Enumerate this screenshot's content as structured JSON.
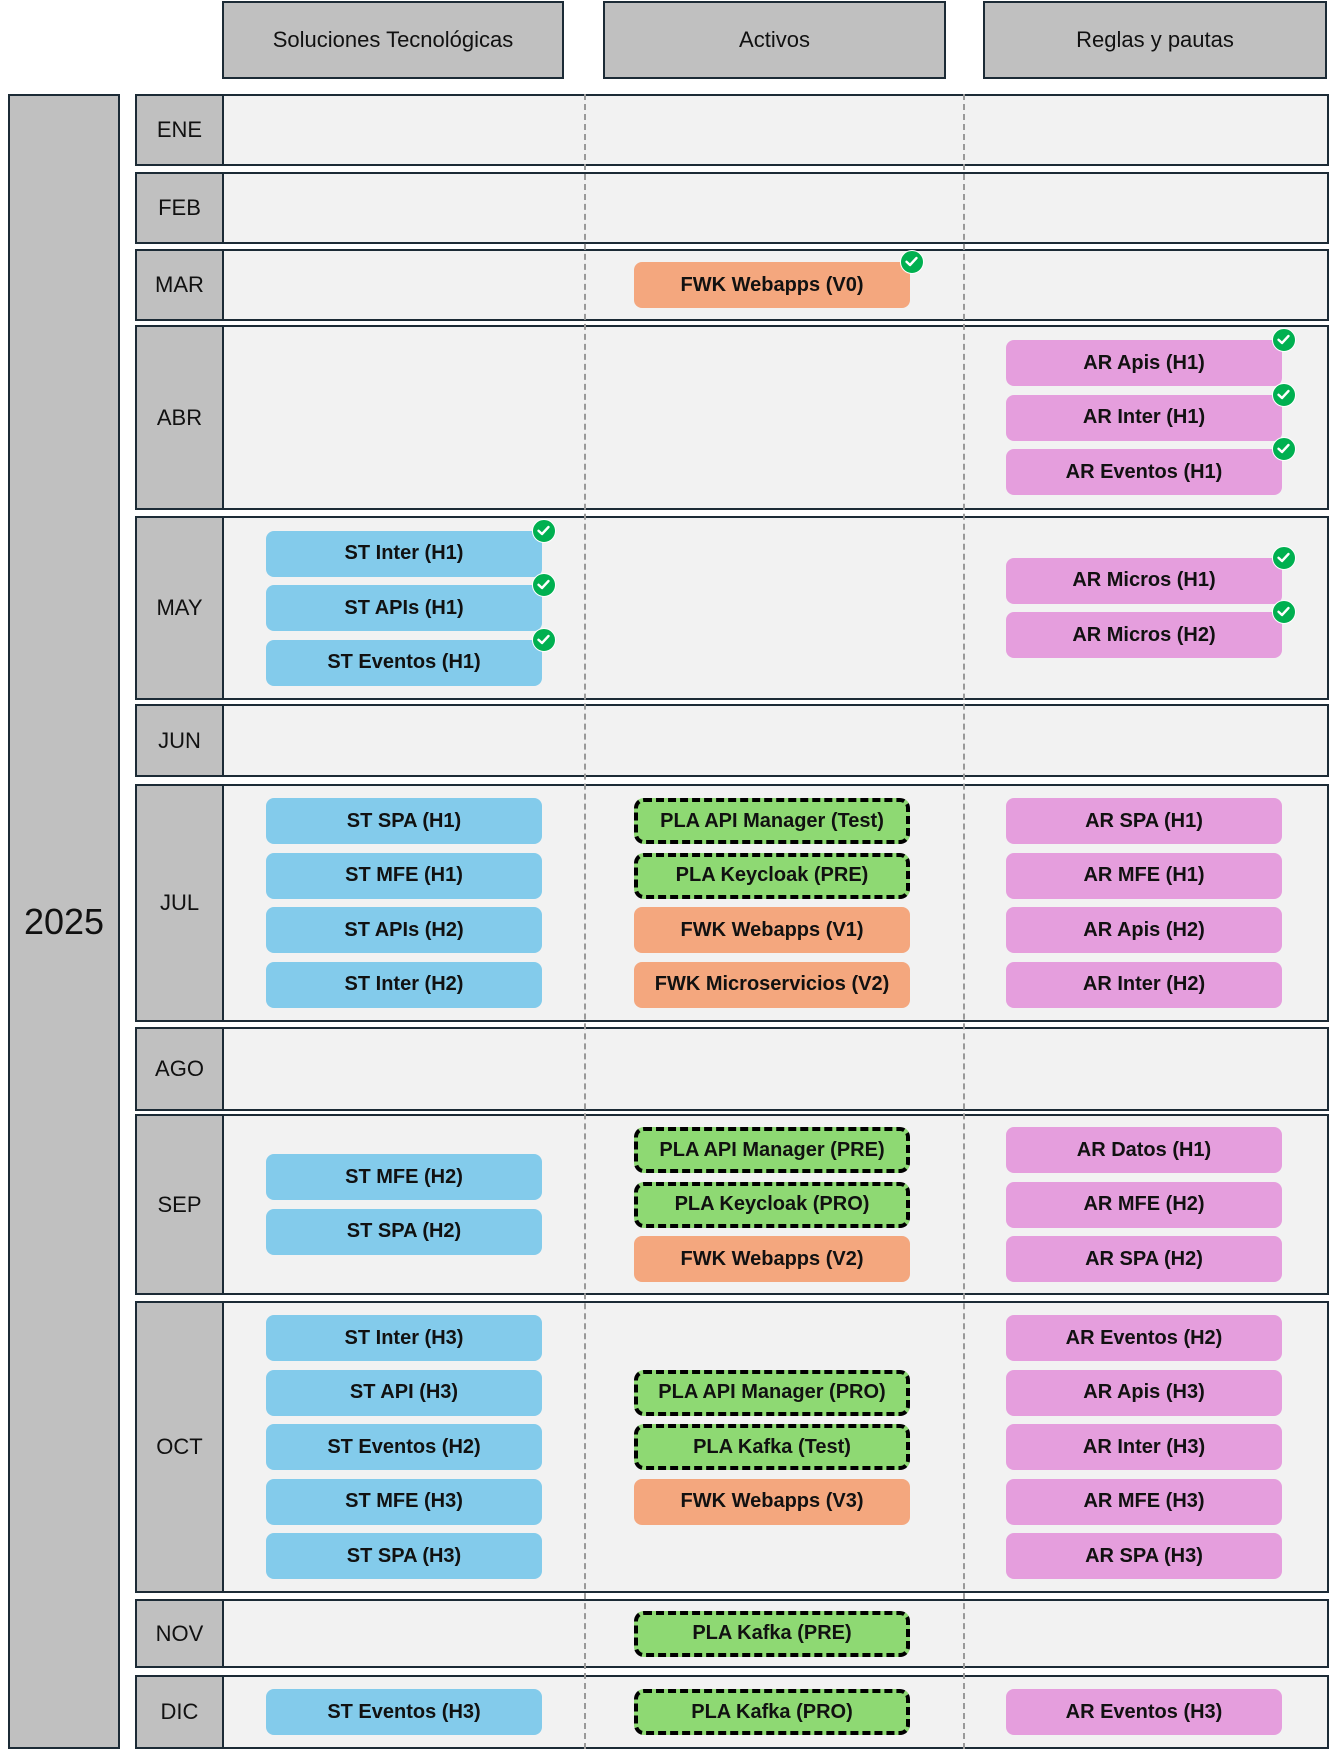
{
  "columns": [
    "Soluciones Tecnológicas",
    "Activos",
    "Reglas y pautas"
  ],
  "year": "2025",
  "months": [
    {
      "label": "ENE",
      "items": []
    },
    {
      "label": "FEB",
      "items": []
    },
    {
      "label": "MAR",
      "items": [
        {
          "col": 1,
          "kind": "fwk",
          "text": "FWK Webapps (V0)",
          "done": true
        }
      ]
    },
    {
      "label": "ABR",
      "items": [
        {
          "col": 2,
          "kind": "ar",
          "text": "AR Apis (H1)",
          "done": true
        },
        {
          "col": 2,
          "kind": "ar",
          "text": "AR Inter (H1)",
          "done": true
        },
        {
          "col": 2,
          "kind": "ar",
          "text": "AR Eventos (H1)",
          "done": true
        }
      ]
    },
    {
      "label": "MAY",
      "items": [
        {
          "col": 0,
          "kind": "st",
          "text": "ST Inter (H1)",
          "done": true
        },
        {
          "col": 0,
          "kind": "st",
          "text": "ST APIs (H1)",
          "done": true
        },
        {
          "col": 0,
          "kind": "st",
          "text": "ST Eventos (H1)",
          "done": true
        },
        {
          "col": 2,
          "kind": "ar",
          "text": "AR Micros (H1)",
          "done": true
        },
        {
          "col": 2,
          "kind": "ar",
          "text": "AR Micros (H2)",
          "done": true
        }
      ]
    },
    {
      "label": "JUN",
      "items": []
    },
    {
      "label": "JUL",
      "items": [
        {
          "col": 0,
          "kind": "st",
          "text": "ST SPA (H1)",
          "done": false
        },
        {
          "col": 0,
          "kind": "st",
          "text": "ST MFE (H1)",
          "done": false
        },
        {
          "col": 0,
          "kind": "st",
          "text": "ST APIs (H2)",
          "done": false
        },
        {
          "col": 0,
          "kind": "st",
          "text": "ST Inter (H2)",
          "done": false
        },
        {
          "col": 1,
          "kind": "pla",
          "text": "PLA API Manager (Test)",
          "done": false
        },
        {
          "col": 1,
          "kind": "pla",
          "text": "PLA Keycloak (PRE)",
          "done": false
        },
        {
          "col": 1,
          "kind": "fwk",
          "text": "FWK Webapps (V1)",
          "done": false
        },
        {
          "col": 1,
          "kind": "fwk",
          "text": "FWK Microservicios (V2)",
          "done": false
        },
        {
          "col": 2,
          "kind": "ar",
          "text": "AR SPA (H1)",
          "done": false
        },
        {
          "col": 2,
          "kind": "ar",
          "text": "AR MFE (H1)",
          "done": false
        },
        {
          "col": 2,
          "kind": "ar",
          "text": "AR Apis (H2)",
          "done": false
        },
        {
          "col": 2,
          "kind": "ar",
          "text": "AR Inter (H2)",
          "done": false
        }
      ]
    },
    {
      "label": "AGO",
      "items": []
    },
    {
      "label": "SEP",
      "items": [
        {
          "col": 0,
          "kind": "st",
          "text": "ST MFE (H2)",
          "done": false
        },
        {
          "col": 0,
          "kind": "st",
          "text": "ST SPA (H2)",
          "done": false
        },
        {
          "col": 1,
          "kind": "pla",
          "text": "PLA API Manager (PRE)",
          "done": false
        },
        {
          "col": 1,
          "kind": "pla",
          "text": "PLA Keycloak (PRO)",
          "done": false
        },
        {
          "col": 1,
          "kind": "fwk",
          "text": "FWK Webapps (V2)",
          "done": false
        },
        {
          "col": 2,
          "kind": "ar",
          "text": "AR Datos (H1)",
          "done": false
        },
        {
          "col": 2,
          "kind": "ar",
          "text": "AR MFE (H2)",
          "done": false
        },
        {
          "col": 2,
          "kind": "ar",
          "text": "AR SPA (H2)",
          "done": false
        }
      ]
    },
    {
      "label": "OCT",
      "items": [
        {
          "col": 0,
          "kind": "st",
          "text": "ST Inter (H3)",
          "done": false
        },
        {
          "col": 0,
          "kind": "st",
          "text": "ST API (H3)",
          "done": false
        },
        {
          "col": 0,
          "kind": "st",
          "text": "ST Eventos (H2)",
          "done": false
        },
        {
          "col": 0,
          "kind": "st",
          "text": "ST MFE (H3)",
          "done": false
        },
        {
          "col": 0,
          "kind": "st",
          "text": "ST SPA (H3)",
          "done": false
        },
        {
          "col": 1,
          "kind": "pla",
          "text": "PLA API Manager (PRO)",
          "done": false
        },
        {
          "col": 1,
          "kind": "pla",
          "text": "PLA Kafka (Test)",
          "done": false
        },
        {
          "col": 1,
          "kind": "fwk",
          "text": "FWK Webapps (V3)",
          "done": false
        },
        {
          "col": 2,
          "kind": "ar",
          "text": "AR Eventos (H2)",
          "done": false
        },
        {
          "col": 2,
          "kind": "ar",
          "text": "AR Apis (H3)",
          "done": false
        },
        {
          "col": 2,
          "kind": "ar",
          "text": "AR Inter (H3)",
          "done": false
        },
        {
          "col": 2,
          "kind": "ar",
          "text": "AR MFE (H3)",
          "done": false
        },
        {
          "col": 2,
          "kind": "ar",
          "text": "AR SPA (H3)",
          "done": false
        }
      ]
    },
    {
      "label": "NOV",
      "items": [
        {
          "col": 1,
          "kind": "pla",
          "text": "PLA Kafka (PRE)",
          "done": false
        }
      ]
    },
    {
      "label": "DIC",
      "items": [
        {
          "col": 0,
          "kind": "st",
          "text": "ST Eventos (H3)",
          "done": false
        },
        {
          "col": 1,
          "kind": "pla",
          "text": "PLA Kafka (PRO)",
          "done": false
        },
        {
          "col": 2,
          "kind": "ar",
          "text": "AR Eventos (H3)",
          "done": false
        }
      ]
    }
  ],
  "colors": {
    "st": "#83cbeb",
    "ar": "#e59edd",
    "fwk": "#f4a77e",
    "pla": "#8ed973",
    "done": "#00b050",
    "header": "#c0c0c0",
    "row": "#f2f2f2",
    "border": "#1c2b36"
  },
  "icons": {
    "done": "check-circle-icon"
  }
}
